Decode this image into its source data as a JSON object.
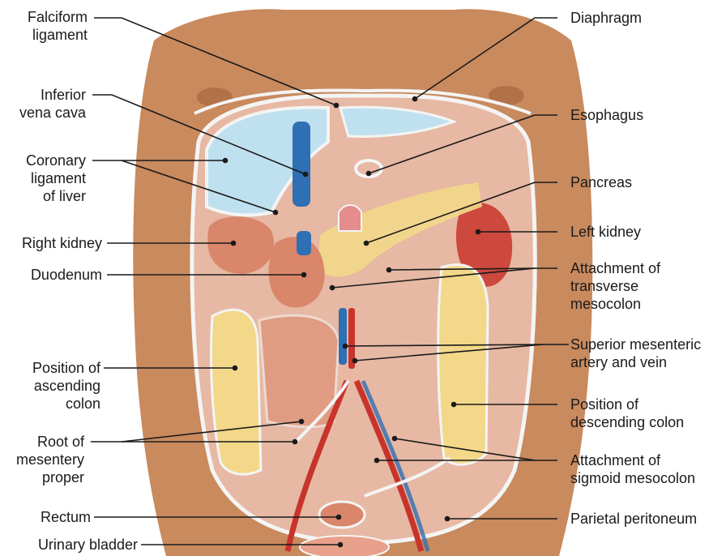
{
  "labels": {
    "falciform": "Falciform\nligament",
    "ivc": "Inferior\nvena cava",
    "coronary": "Coronary\nligament\nof liver",
    "right_kidney": "Right kidney",
    "duodenum": "Duodenum",
    "ascending": "Position of\nascending\ncolon",
    "root_mesentery": "Root of\nmesentery\nproper",
    "rectum": "Rectum",
    "bladder": "Urinary bladder",
    "diaphragm": "Diaphragm",
    "esophagus": "Esophagus",
    "pancreas": "Pancreas",
    "left_kidney": "Left kidney",
    "transverse": "Attachment of\ntransverse\nmesocolon",
    "sma": "Superior mesenteric\nartery and vein",
    "descending": "Position of\ndescending colon",
    "sigmoid": "Attachment of\nsigmoid mesocolon",
    "parietal": "Parietal peritoneum"
  },
  "colors": {
    "skin": "#c98a5e",
    "skin_dark": "#9c5f3a",
    "cavity": "#e7b8a3",
    "liver_area": "#bfe0ef",
    "organ": "#d9866a",
    "colon_fat": "#f3d88a",
    "vein": "#2f6fb3",
    "artery": "#c8342c",
    "outline": "#f4f4f4",
    "leader": "#1a1a1a"
  }
}
